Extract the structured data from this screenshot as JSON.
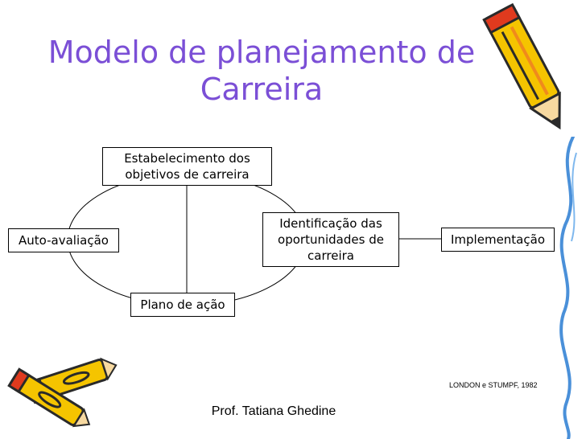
{
  "slide": {
    "title_line1": "Modelo de planejamento de",
    "title_line2": "Carreira",
    "reference": "LONDON e STUMPF, 1982",
    "author": "Prof. Tatiana Ghedine"
  },
  "diagram": {
    "nodes": {
      "objectives_line1": "Estabelecimento dos",
      "objectives_line2": "objetivos de carreira",
      "self_assessment": "Auto-avaliação",
      "opportunities_line1": "Identificação das",
      "opportunities_line2": "oportunidades de",
      "opportunities_line3": "carreira",
      "action_plan": "Plano de ação",
      "implementation": "Implementação"
    }
  },
  "decor": {
    "pencil_colors": [
      "#f5c400",
      "#e03a1e",
      "#f08a1c",
      "#2a2a2a"
    ],
    "title_color": "#7b4fd6"
  }
}
